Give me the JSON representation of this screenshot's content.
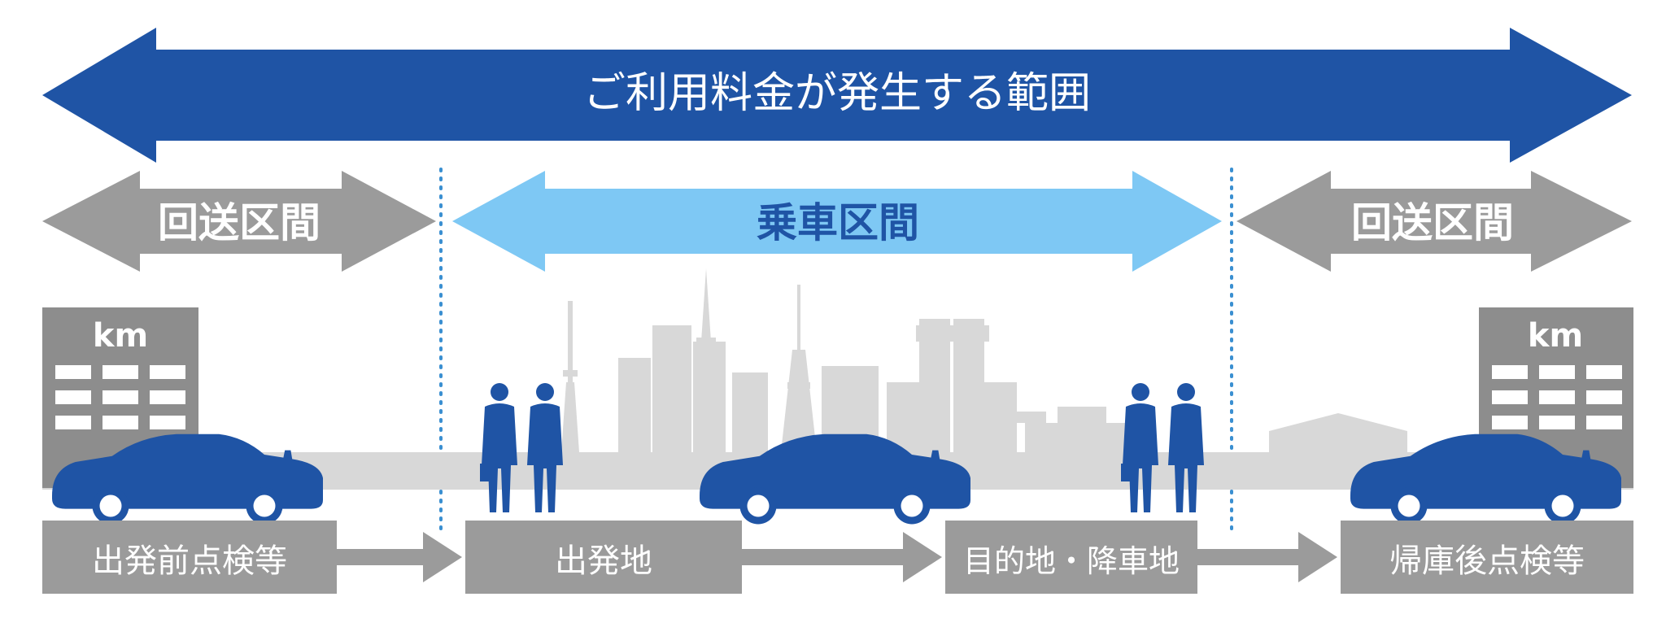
{
  "header": {
    "label": "ご利用料金が発生する範囲"
  },
  "sections": {
    "left": "回送区間",
    "middle": "乗車区間",
    "right": "回送区間"
  },
  "garage_left": {
    "label": "km"
  },
  "garage_right": {
    "label": "km"
  },
  "steps": [
    {
      "label": "出発前点検等"
    },
    {
      "label": "出発地"
    },
    {
      "label": "目的地・降車地"
    },
    {
      "label": "帰庫後点検等"
    }
  ],
  "colors": {
    "dark_blue": "#1f54a5",
    "light_blue": "#7ec8f4",
    "gray": "#9b9b9b",
    "gray_dark": "#8d8d8d",
    "skyline": "#d8d8d8",
    "dotted": "#3a8fd1"
  }
}
